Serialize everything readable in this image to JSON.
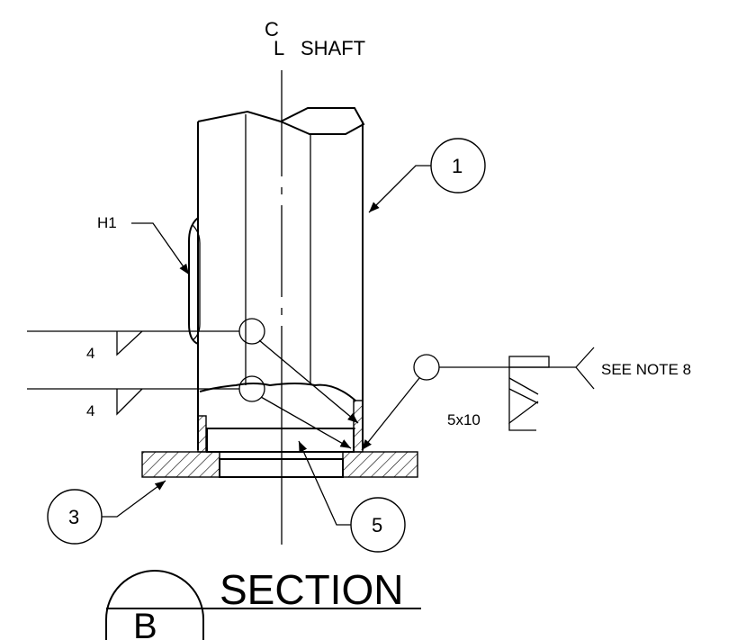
{
  "centerline": {
    "symbol_top": "C",
    "symbol_bottom": "L",
    "label": "SHAFT"
  },
  "callouts": {
    "part_1": "1",
    "part_3": "3",
    "part_5": "5"
  },
  "labels": {
    "hinge": "H1",
    "note_ref": "SEE NOTE 8"
  },
  "welds": {
    "upper_size": "4",
    "lower_size": "4",
    "stitch_spec": "5x10"
  },
  "section": {
    "letter": "B",
    "title": "SECTION"
  }
}
